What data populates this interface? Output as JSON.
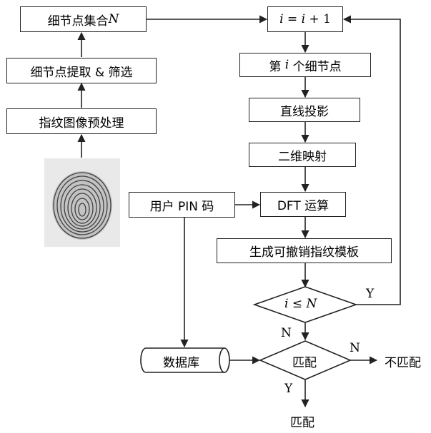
{
  "left_column": {
    "minutiae_set": {
      "prefix": "细节点集合 ",
      "var": "N"
    },
    "extract_filter": "细节点提取 & 筛选",
    "preprocess": "指纹图像预处理"
  },
  "loop": {
    "increment": {
      "var": "i",
      "op": " = ",
      "expr_var": "i",
      "expr_rest": " + 1"
    },
    "ith_point": {
      "prefix": "第 ",
      "var": "i",
      "suffix": " 个细节点"
    },
    "projection": "直线投影",
    "mapping_2d": "二维映射",
    "dft": "DFT 运算",
    "template": "生成可撤销指纹模板",
    "condition": {
      "var1": "i",
      "op": " ≤ ",
      "var2": "N"
    }
  },
  "user_pin": "用户 PIN 码",
  "database": "数据库",
  "match_decision": "匹配",
  "labels": {
    "yes_loop": "Y",
    "no_after_condition": "N",
    "no_match_branch": "N",
    "no_match_result": "不匹配",
    "yes_match_branch": "Y",
    "match_result": "匹配"
  }
}
